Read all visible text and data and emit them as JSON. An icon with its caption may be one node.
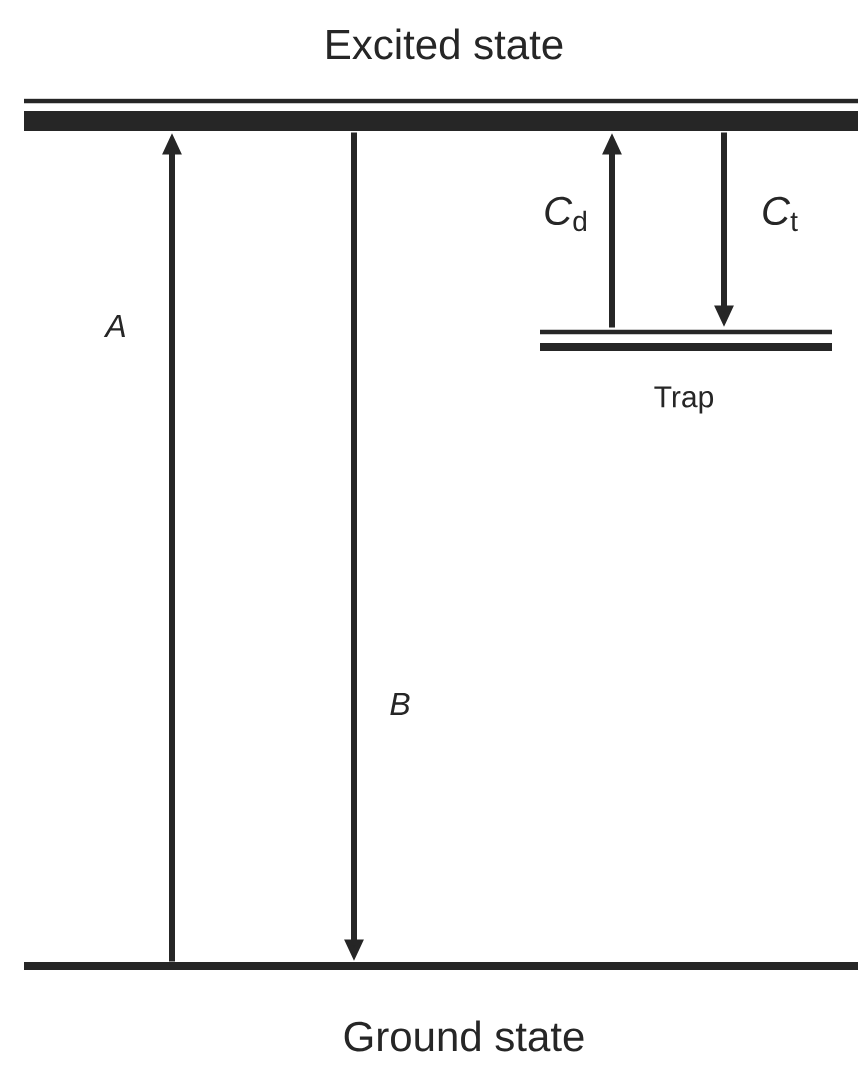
{
  "diagram": {
    "nodes": [
      {
        "text": [
          "Excited state"
        ]
      },
      {
        "text": [
          "Trap"
        ]
      },
      {
        "text": [
          "Ground state"
        ]
      }
    ],
    "edges": [
      {
        "from": 2,
        "to": 0,
        "arrow": "to",
        "label": "A"
      },
      {
        "from": 0,
        "to": 2,
        "arrow": "to",
        "label": "B"
      },
      {
        "from": 1,
        "to": 0,
        "arrow": "to",
        "label": "*C*$_{d}$"
      },
      {
        "from": 0,
        "to": 1,
        "arrow": "to",
        "label": "*C*$_{t}$"
      }
    ]
  }
}
